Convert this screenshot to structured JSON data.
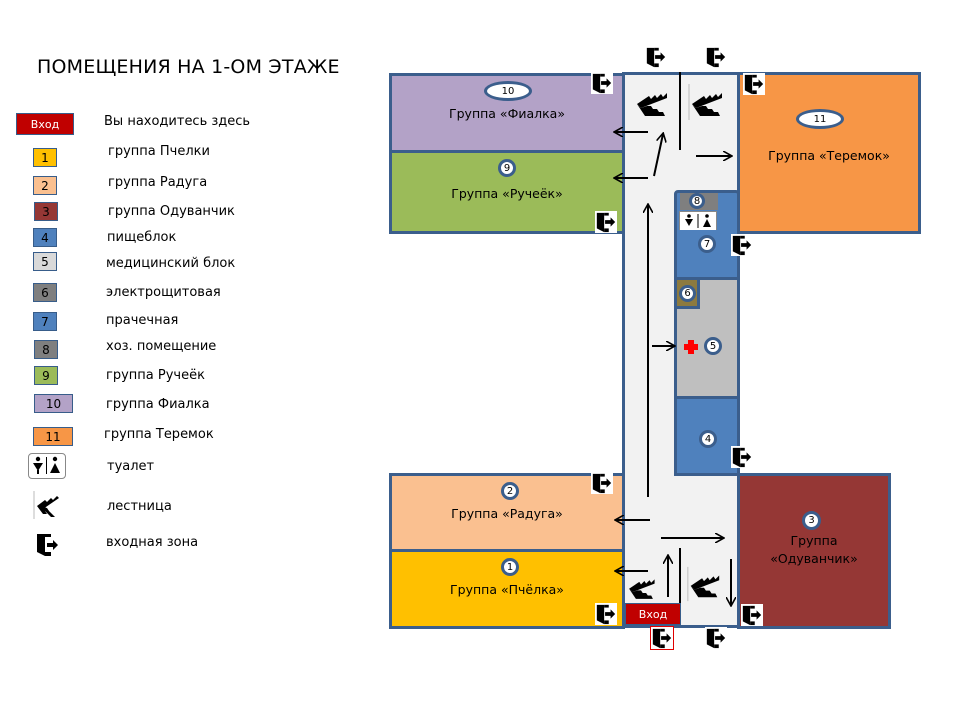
{
  "title": "ПОМЕЩЕНИЯ НА 1-ОМ ЭТАЖЕ",
  "legend": {
    "entry": {
      "label": "Вход",
      "description": "Вы находитесь здесь",
      "color": "#c00000"
    },
    "items": [
      {
        "num": "1",
        "label": "группа Пчелки",
        "color": "#ffc000"
      },
      {
        "num": "2",
        "label": "группа Радуга",
        "color": "#fac090"
      },
      {
        "num": "3",
        "label": "группа Одуванчик",
        "color": "#953735"
      },
      {
        "num": "4",
        "label": "пищеблок",
        "color": "#4f81bd"
      },
      {
        "num": "5",
        "label": "медицинский блок",
        "color": "#bfbfbf"
      },
      {
        "num": "6",
        "label": "электрощитовая",
        "color": "#7f7f7f"
      },
      {
        "num": "7",
        "label": "прачечная",
        "color": "#4f81bd"
      },
      {
        "num": "8",
        "label": "хоз. помещение",
        "color": "#7f7f7f"
      },
      {
        "num": "9",
        "label": "группа Ручеёк",
        "color": "#9bbb59"
      },
      {
        "num": "10",
        "label": "группа Фиалка",
        "color": "#b3a2c7"
      },
      {
        "num": "11",
        "label": "группа Теремок",
        "color": "#f79646"
      }
    ],
    "icons": [
      {
        "icon": "toilet-icon",
        "label": "туалет"
      },
      {
        "icon": "stairs-icon",
        "label": "лестница"
      },
      {
        "icon": "exit-door-icon",
        "label": "входная зона"
      }
    ]
  },
  "plan": {
    "rooms": {
      "r10": {
        "num": "10",
        "label": "Группа «Фиалка»",
        "color": "#b3a2c7"
      },
      "r9": {
        "num": "9",
        "label": "Группа «Ручеёк»",
        "color": "#9bbb59"
      },
      "r11": {
        "num": "11",
        "label": "Группа «Теремок»",
        "color": "#f79646"
      },
      "r2": {
        "num": "2",
        "label": "Группа «Радуга»",
        "color": "#fac090"
      },
      "r1": {
        "num": "1",
        "label": "Группа «Пчёлка»",
        "color": "#ffc000"
      },
      "r3": {
        "num": "3",
        "label_line1": "Группа",
        "label_line2": "«Одуванчик»",
        "color": "#953735"
      },
      "r4": {
        "num": "4",
        "color": "#4f81bd"
      },
      "r5": {
        "num": "5",
        "color": "#bfbfbf"
      },
      "r6": {
        "num": "6",
        "color": "#8c7a3f"
      },
      "r7": {
        "num": "7",
        "color": "#4f81bd"
      },
      "r8": {
        "num": "8",
        "color": "#7f7f7f"
      }
    },
    "entry_label": "Вход",
    "medical_cross_color": "#ff0000",
    "border_color": "#3b5e8c",
    "corridor_color": "#f2f2f2"
  }
}
